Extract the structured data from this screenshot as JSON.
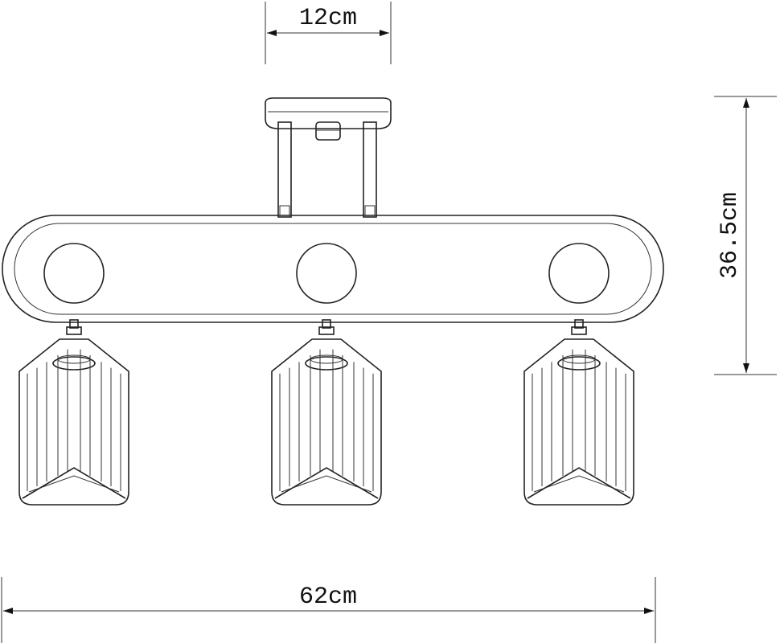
{
  "dimensions": {
    "canopy_width": "12cm",
    "total_height": "36.5cm",
    "total_width": "62cm"
  },
  "shade_count": 3
}
